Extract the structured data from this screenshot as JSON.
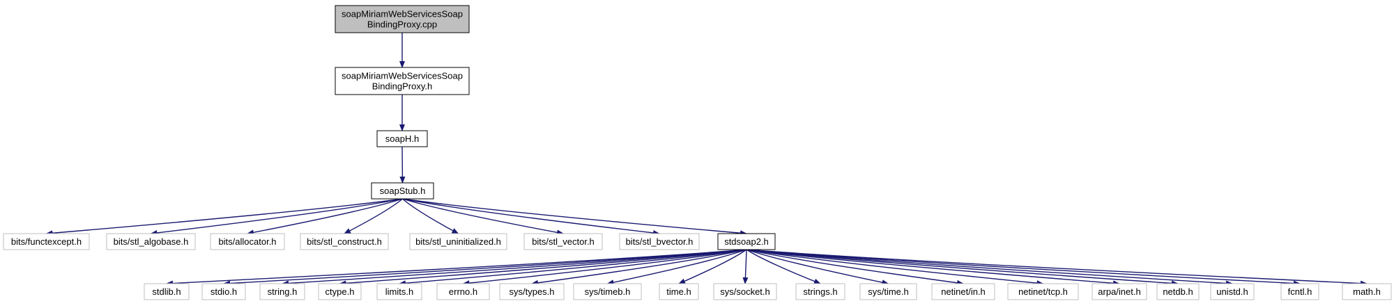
{
  "graph": {
    "nodes": {
      "root": {
        "lines": [
          "soapMiriamWebServicesSoap",
          "BindingProxy.cpp"
        ],
        "style": "root"
      },
      "proxy_h": {
        "lines": [
          "soapMiriamWebServicesSoap",
          "BindingProxy.h"
        ],
        "style": "documented"
      },
      "soapH": {
        "lines": [
          "soapH.h"
        ],
        "style": "documented"
      },
      "soapStub": {
        "lines": [
          "soapStub.h"
        ],
        "style": "documented"
      },
      "functexcept": {
        "lines": [
          "bits/functexcept.h"
        ],
        "style": "external"
      },
      "stl_algobase": {
        "lines": [
          "bits/stl_algobase.h"
        ],
        "style": "external"
      },
      "allocator": {
        "lines": [
          "bits/allocator.h"
        ],
        "style": "external"
      },
      "stl_construct": {
        "lines": [
          "bits/stl_construct.h"
        ],
        "style": "external"
      },
      "stl_uninitialized": {
        "lines": [
          "bits/stl_uninitialized.h"
        ],
        "style": "external"
      },
      "stl_vector": {
        "lines": [
          "bits/stl_vector.h"
        ],
        "style": "external"
      },
      "stl_bvector": {
        "lines": [
          "bits/stl_bvector.h"
        ],
        "style": "external"
      },
      "stdsoap2": {
        "lines": [
          "stdsoap2.h"
        ],
        "style": "documented"
      },
      "stdlib": {
        "lines": [
          "stdlib.h"
        ],
        "style": "external"
      },
      "stdio": {
        "lines": [
          "stdio.h"
        ],
        "style": "external"
      },
      "string": {
        "lines": [
          "string.h"
        ],
        "style": "external"
      },
      "ctype": {
        "lines": [
          "ctype.h"
        ],
        "style": "external"
      },
      "limits": {
        "lines": [
          "limits.h"
        ],
        "style": "external"
      },
      "errno": {
        "lines": [
          "errno.h"
        ],
        "style": "external"
      },
      "sys_types": {
        "lines": [
          "sys/types.h"
        ],
        "style": "external"
      },
      "sys_timeb": {
        "lines": [
          "sys/timeb.h"
        ],
        "style": "external"
      },
      "time": {
        "lines": [
          "time.h"
        ],
        "style": "external"
      },
      "sys_socket": {
        "lines": [
          "sys/socket.h"
        ],
        "style": "external"
      },
      "strings": {
        "lines": [
          "strings.h"
        ],
        "style": "external"
      },
      "sys_time": {
        "lines": [
          "sys/time.h"
        ],
        "style": "external"
      },
      "netinet_in": {
        "lines": [
          "netinet/in.h"
        ],
        "style": "external"
      },
      "netinet_tcp": {
        "lines": [
          "netinet/tcp.h"
        ],
        "style": "external"
      },
      "arpa_inet": {
        "lines": [
          "arpa/inet.h"
        ],
        "style": "external"
      },
      "netdb": {
        "lines": [
          "netdb.h"
        ],
        "style": "external"
      },
      "unistd": {
        "lines": [
          "unistd.h"
        ],
        "style": "external"
      },
      "fcntl": {
        "lines": [
          "fcntl.h"
        ],
        "style": "external"
      },
      "math": {
        "lines": [
          "math.h"
        ],
        "style": "external"
      }
    },
    "edges": [
      [
        "root",
        "proxy_h"
      ],
      [
        "proxy_h",
        "soapH"
      ],
      [
        "soapH",
        "soapStub"
      ],
      [
        "soapStub",
        "functexcept"
      ],
      [
        "soapStub",
        "stl_algobase"
      ],
      [
        "soapStub",
        "allocator"
      ],
      [
        "soapStub",
        "stl_construct"
      ],
      [
        "soapStub",
        "stl_uninitialized"
      ],
      [
        "soapStub",
        "stl_vector"
      ],
      [
        "soapStub",
        "stl_bvector"
      ],
      [
        "soapStub",
        "stdsoap2"
      ],
      [
        "stdsoap2",
        "stdlib"
      ],
      [
        "stdsoap2",
        "stdio"
      ],
      [
        "stdsoap2",
        "string"
      ],
      [
        "stdsoap2",
        "ctype"
      ],
      [
        "stdsoap2",
        "limits"
      ],
      [
        "stdsoap2",
        "errno"
      ],
      [
        "stdsoap2",
        "sys_types"
      ],
      [
        "stdsoap2",
        "sys_timeb"
      ],
      [
        "stdsoap2",
        "time"
      ],
      [
        "stdsoap2",
        "sys_socket"
      ],
      [
        "stdsoap2",
        "strings"
      ],
      [
        "stdsoap2",
        "sys_time"
      ],
      [
        "stdsoap2",
        "netinet_in"
      ],
      [
        "stdsoap2",
        "netinet_tcp"
      ],
      [
        "stdsoap2",
        "arpa_inet"
      ],
      [
        "stdsoap2",
        "netdb"
      ],
      [
        "stdsoap2",
        "unistd"
      ],
      [
        "stdsoap2",
        "fcntl"
      ],
      [
        "stdsoap2",
        "math"
      ]
    ],
    "colors": {
      "edge": "#191970",
      "root_fill": "#bfbfbf",
      "documented_border": "#000000",
      "external_border": "#bfbfbf",
      "node_fill": "#ffffff"
    }
  }
}
